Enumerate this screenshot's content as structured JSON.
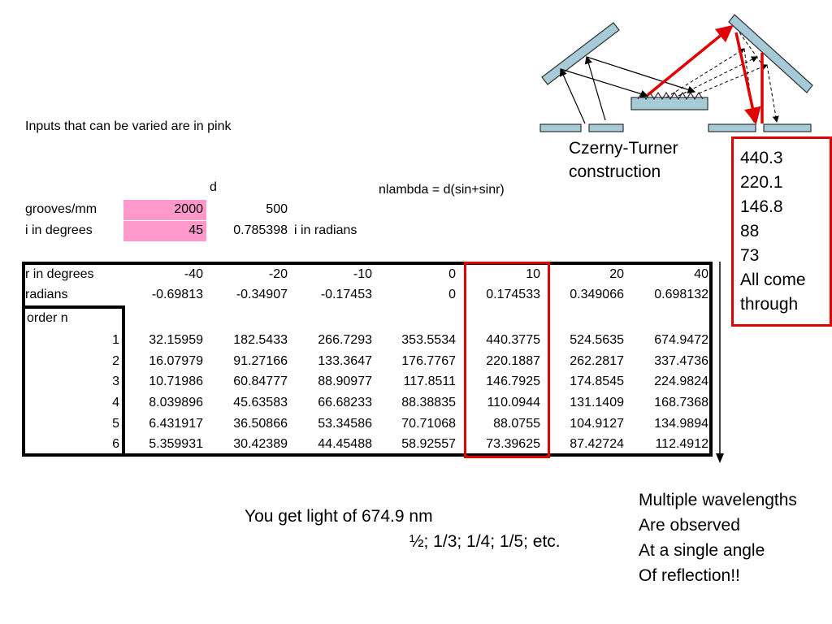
{
  "note": "Inputs that can be varied are in pink",
  "diagram_label": [
    "Czerny-Turner",
    "construction"
  ],
  "answers": [
    "440.3",
    "220.1",
    "146.8",
    "88",
    "73",
    "All come",
    "through"
  ],
  "header_row": {
    "d": "d",
    "formula": "nlambda = d(sin+sinr)"
  },
  "grooves": {
    "label": "grooves/mm",
    "value": "2000",
    "d_value": "500"
  },
  "incidence": {
    "label": "i in degrees",
    "value": "45",
    "radians": "0.785398",
    "radians_label": "i in radians"
  },
  "table": {
    "r_label": "r in degrees",
    "radians_label": "radians",
    "order_label": "order n",
    "r_degrees": [
      "-40",
      "-20",
      "-10",
      "0",
      "10",
      "20",
      "40"
    ],
    "r_radians": [
      "-0.69813",
      "-0.34907",
      "-0.17453",
      "0",
      "0.174533",
      "0.349066",
      "0.698132"
    ],
    "rows": [
      {
        "n": "1",
        "values": [
          "32.15959",
          "182.5433",
          "266.7293",
          "353.5534",
          "440.3775",
          "524.5635",
          "674.9472"
        ]
      },
      {
        "n": "2",
        "values": [
          "16.07979",
          "91.27166",
          "133.3647",
          "176.7767",
          "220.1887",
          "262.2817",
          "337.4736"
        ]
      },
      {
        "n": "3",
        "values": [
          "10.71986",
          "60.84777",
          "88.90977",
          "117.8511",
          "146.7925",
          "174.8545",
          "224.9824"
        ]
      },
      {
        "n": "4",
        "values": [
          "8.039896",
          "45.63583",
          "66.68233",
          "88.38835",
          "110.0944",
          "131.1409",
          "168.7368"
        ]
      },
      {
        "n": "5",
        "values": [
          "6.431917",
          "36.50866",
          "53.34586",
          "70.71068",
          "88.0755",
          "104.9127",
          "134.9894"
        ]
      },
      {
        "n": "6",
        "values": [
          "5.359931",
          "30.42389",
          "44.45488",
          "58.92557",
          "73.39625",
          "87.42724",
          "112.4912"
        ]
      }
    ]
  },
  "caption_light": "You get light of 674.9 nm",
  "caption_fractions": "½; 1/3; 1/4; 1/5; etc.",
  "multiple": [
    "Multiple wavelengths",
    "Are observed",
    "At a single angle",
    "Of reflection!!"
  ],
  "colors": {
    "pink": "#ff99cc",
    "highlight": "#e00000",
    "mirror": "#a6cad8"
  }
}
